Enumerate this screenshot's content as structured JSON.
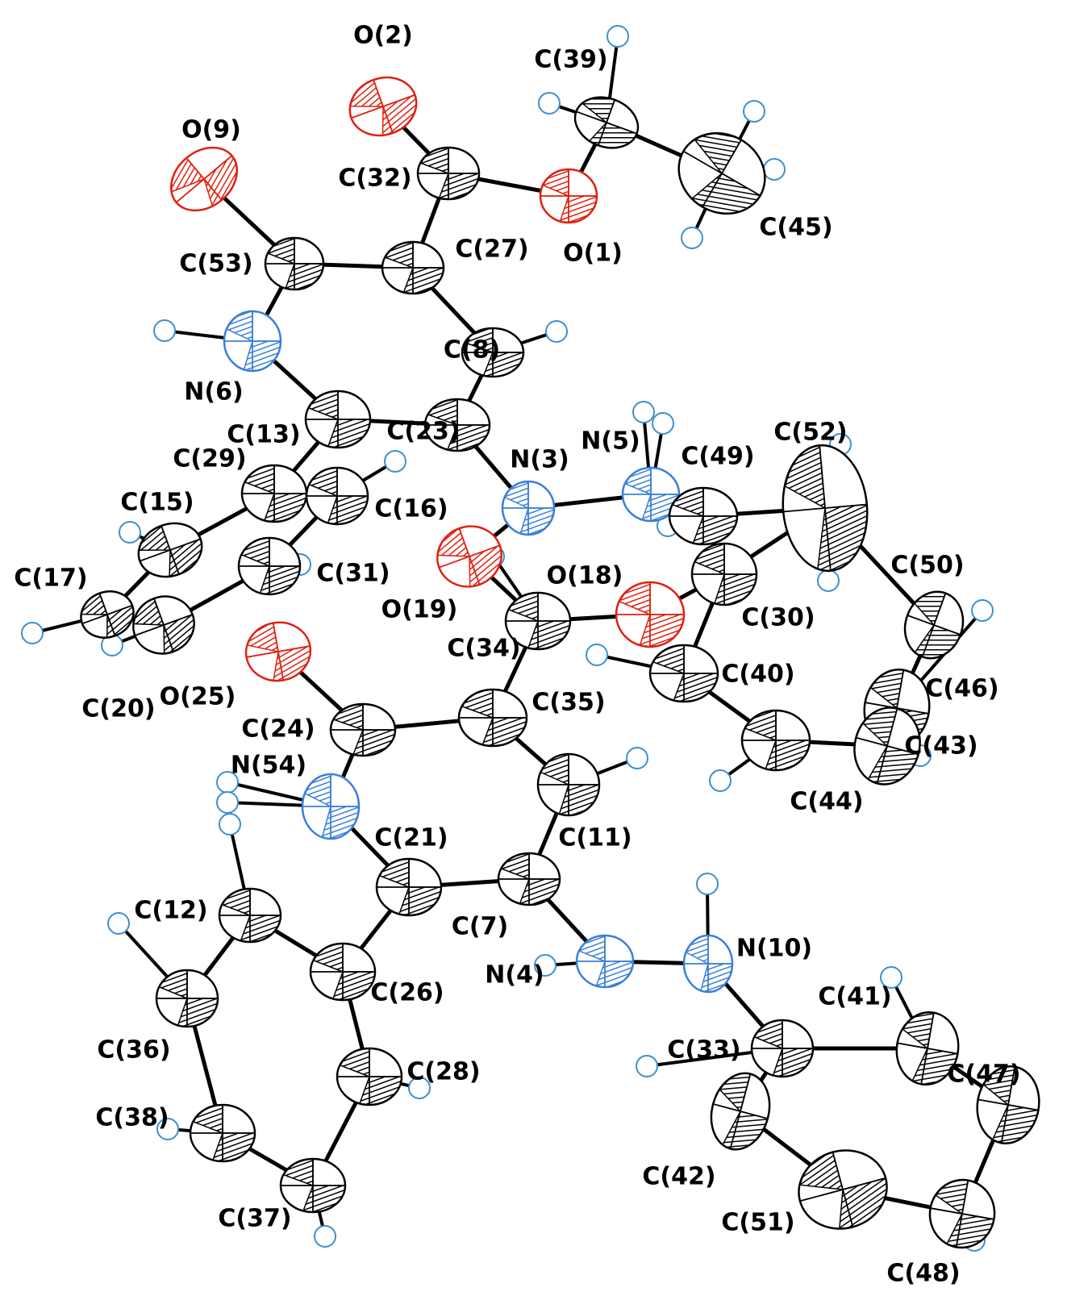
{
  "colors": {
    "carbon": "#000000",
    "nitrogen": "#3a7fd9",
    "oxygen": "#e02010",
    "hydrogen": "#3e8fd0",
    "background": "#ffffff"
  },
  "elements": {
    "C": "carbon",
    "N": "nitrogen",
    "O": "oxygen"
  },
  "labels": {
    "O2": "O(2)",
    "C39": "C(39)",
    "O9": "O(9)",
    "C32": "C(32)",
    "C45": "C(45)",
    "C53": "C(53)",
    "C27": "C(27)",
    "O1": "O(1)",
    "C8": "C(8)",
    "N6": "N(6)",
    "C13": "C(13)",
    "C23": "C(23)",
    "N5": "N(5)",
    "C52": "C(52)",
    "C29": "C(29)",
    "N3": "N(3)",
    "C49": "C(49)",
    "C15": "C(15)",
    "C16": "C(16)",
    "C50": "C(50)",
    "C17": "C(17)",
    "C31": "C(31)",
    "O18": "O(18)",
    "O19": "O(19)",
    "C30": "C(30)",
    "C34": "C(34)",
    "C40": "C(40)",
    "C46": "C(46)",
    "C20": "C(20)",
    "O25": "O(25)",
    "C35": "C(35)",
    "C24": "C(24)",
    "C43": "C(43)",
    "N54": "N(54)",
    "C44": "C(44)",
    "C21": "C(21)",
    "C11": "C(11)",
    "C12": "C(12)",
    "C7": "C(7)",
    "N10": "N(10)",
    "N4": "N(4)",
    "C26": "C(26)",
    "C41": "C(41)",
    "C36": "C(36)",
    "C33": "C(33)",
    "C47": "C(47)",
    "C28": "C(28)",
    "C38": "C(38)",
    "C42": "C(42)",
    "C37": "C(37)",
    "C51": "C(51)",
    "C48": "C(48)"
  }
}
